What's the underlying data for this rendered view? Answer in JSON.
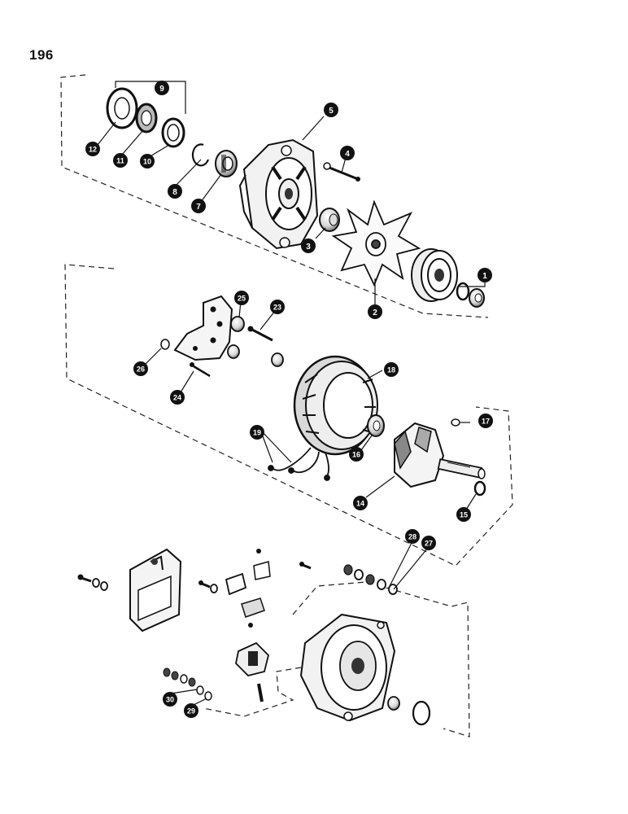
{
  "page": {
    "number": "196"
  },
  "callouts": [
    {
      "id": "c1",
      "label": "1"
    },
    {
      "id": "c2",
      "label": "2"
    },
    {
      "id": "c3",
      "label": "3"
    },
    {
      "id": "c4",
      "label": "4"
    },
    {
      "id": "c5",
      "label": "5"
    },
    {
      "id": "c7",
      "label": "7"
    },
    {
      "id": "c8",
      "label": "8"
    },
    {
      "id": "c9",
      "label": "9"
    },
    {
      "id": "c10",
      "label": "10"
    },
    {
      "id": "c11",
      "label": "11"
    },
    {
      "id": "c12",
      "label": "12"
    },
    {
      "id": "c14",
      "label": "14"
    },
    {
      "id": "c15",
      "label": "15"
    },
    {
      "id": "c16",
      "label": "16"
    },
    {
      "id": "c17",
      "label": "17"
    },
    {
      "id": "c18",
      "label": "18"
    },
    {
      "id": "c19",
      "label": "19"
    },
    {
      "id": "c23",
      "label": "23"
    },
    {
      "id": "c24",
      "label": "24"
    },
    {
      "id": "c25",
      "label": "25"
    },
    {
      "id": "c26",
      "label": "26"
    },
    {
      "id": "c27",
      "label": "27"
    },
    {
      "id": "c28",
      "label": "28"
    },
    {
      "id": "c29",
      "label": "29"
    },
    {
      "id": "c30",
      "label": "30"
    }
  ]
}
